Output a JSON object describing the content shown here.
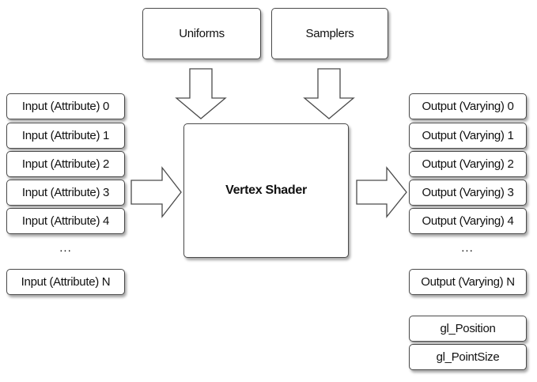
{
  "top": {
    "uniforms": "Uniforms",
    "samplers": "Samplers"
  },
  "shader": {
    "label": "Vertex Shader"
  },
  "inputs": [
    "Input (Attribute) 0",
    "Input (Attribute) 1",
    "Input (Attribute) 2",
    "Input (Attribute) 3",
    "Input (Attribute) 4"
  ],
  "inputs_ellipsis": "...",
  "input_last": "Input (Attribute) N",
  "outputs": [
    "Output (Varying) 0",
    "Output (Varying) 1",
    "Output (Varying) 2",
    "Output (Varying) 3",
    "Output (Varying) 4"
  ],
  "outputs_ellipsis": "...",
  "output_last": "Output (Varying) N",
  "builtins": [
    "gl_Position",
    "gl_PointSize"
  ]
}
